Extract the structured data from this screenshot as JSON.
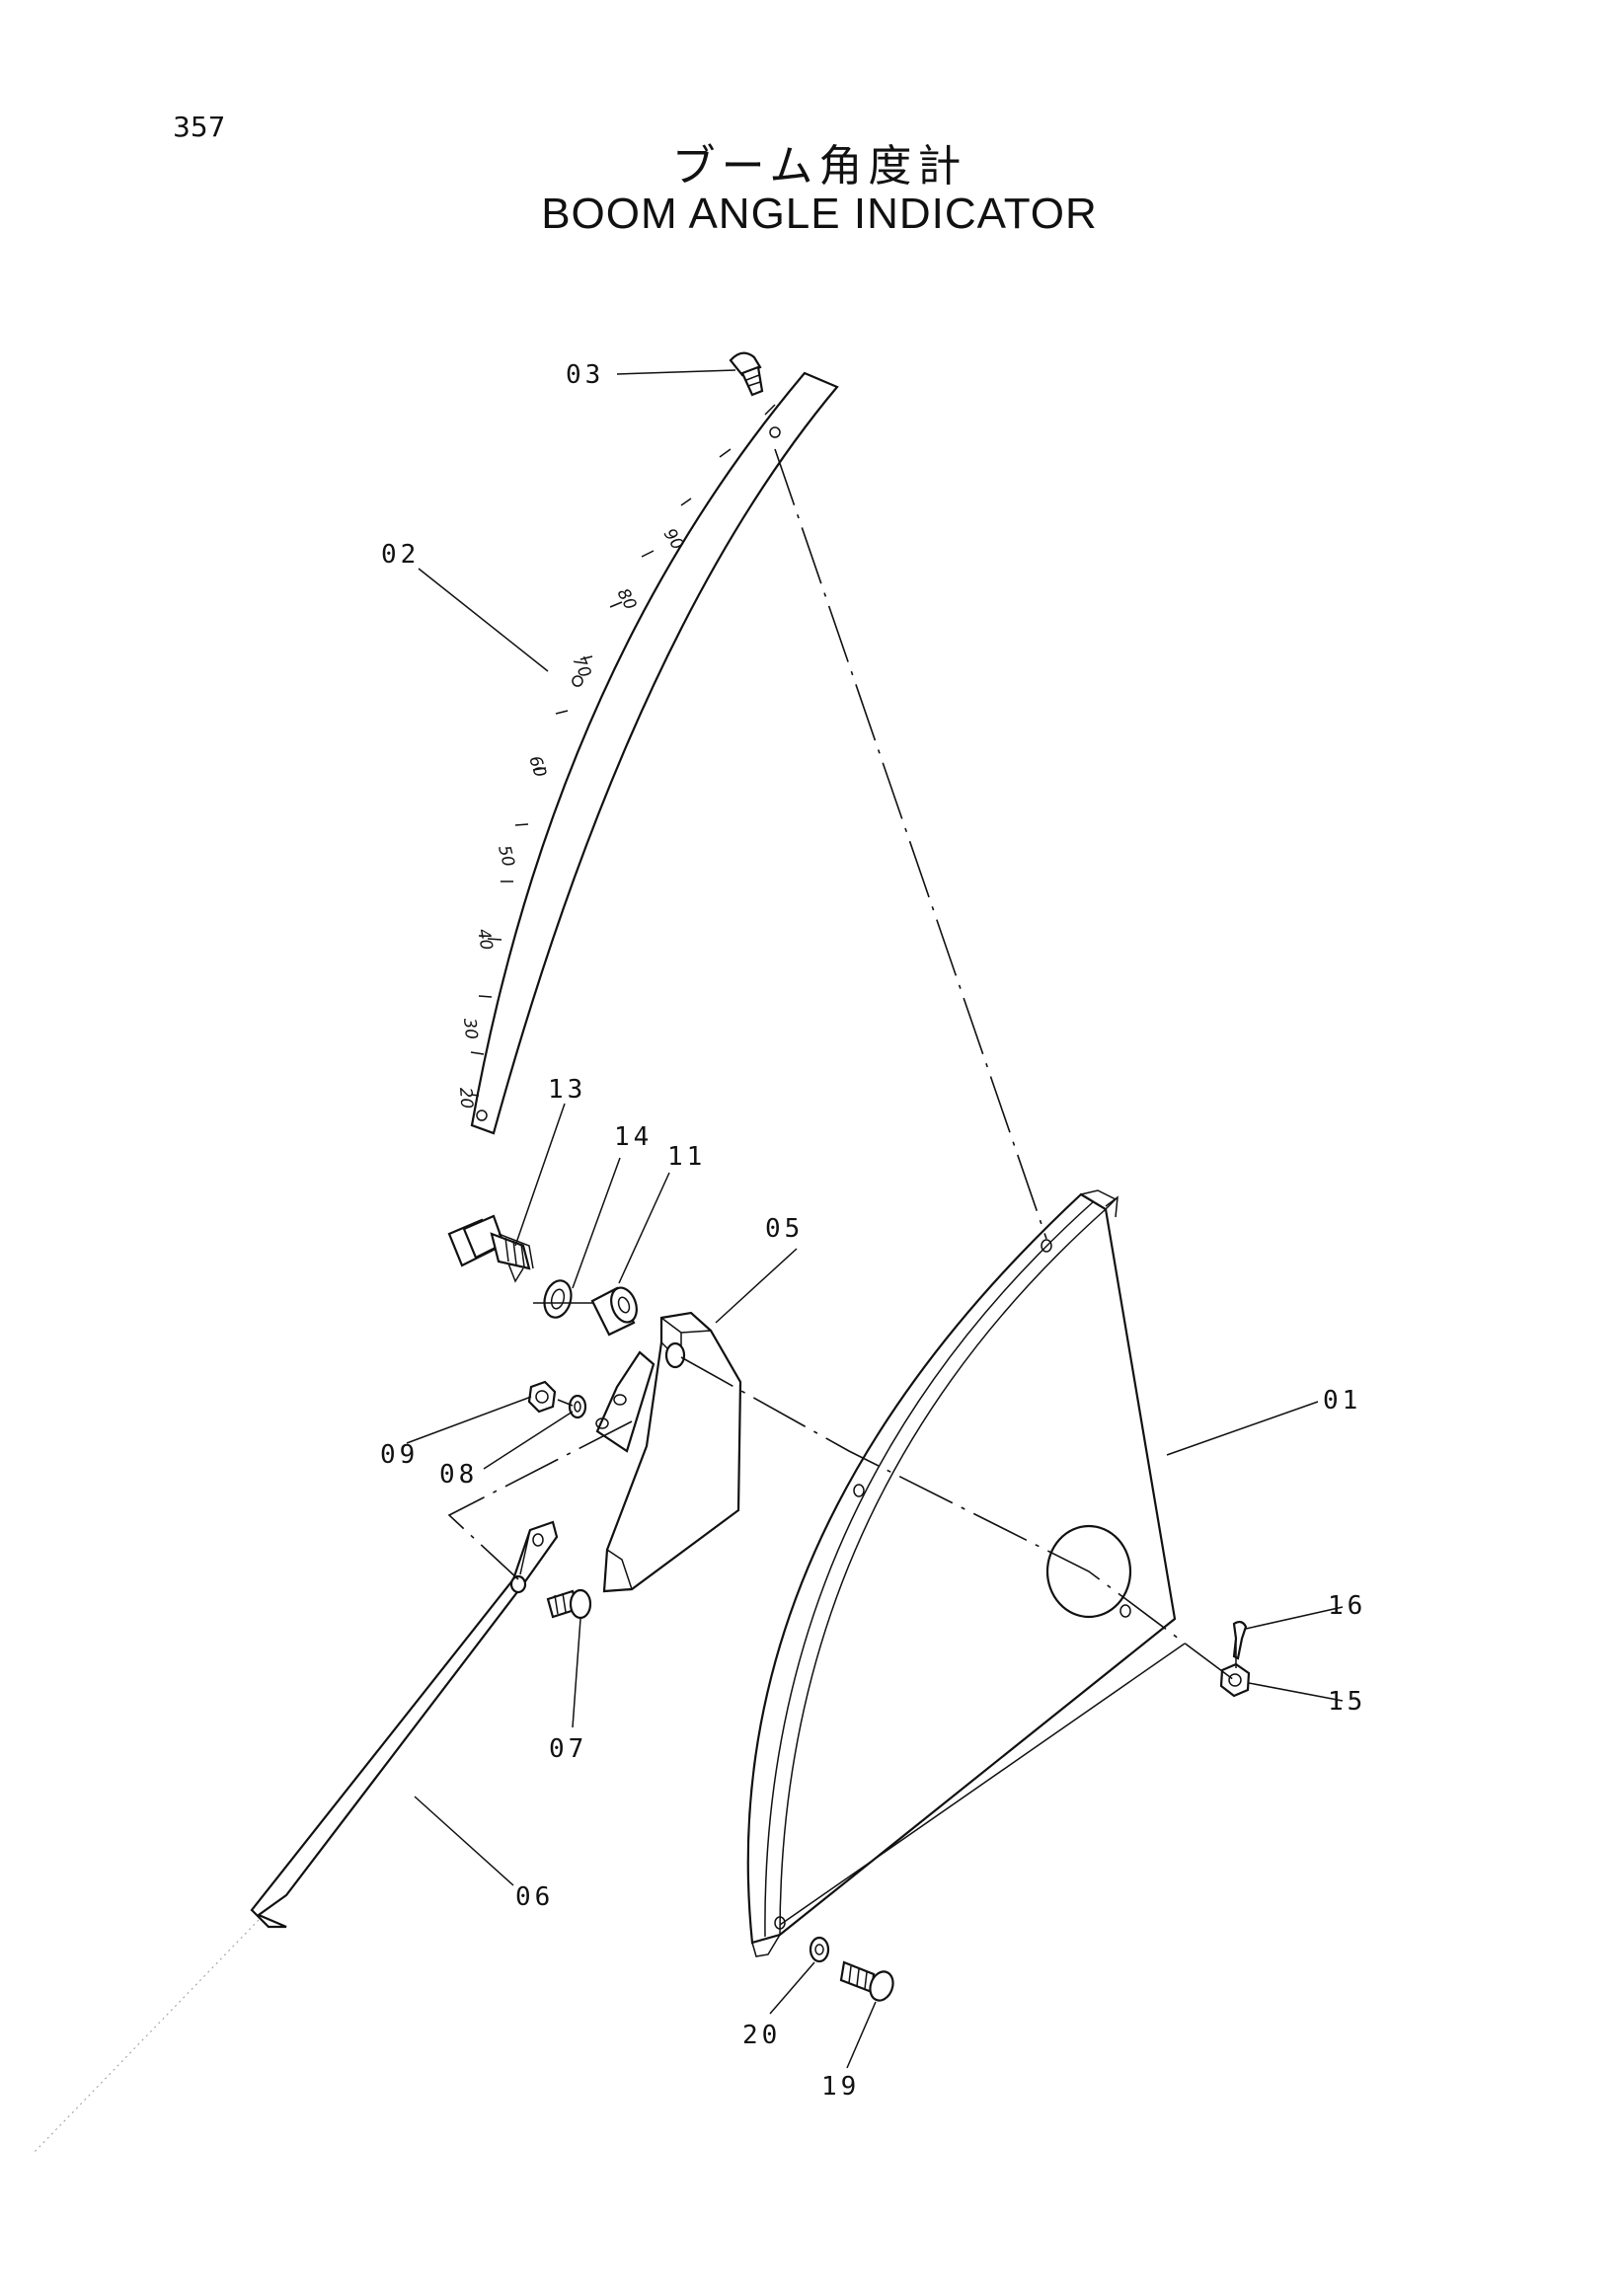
{
  "page_number": "357",
  "title_jp": "ブーム角度計",
  "title_en": "BOOM ANGLE INDICATOR",
  "callouts": {
    "p01": "01",
    "p02": "02",
    "p03": "03",
    "p05": "05",
    "p06": "06",
    "p07": "07",
    "p08": "08",
    "p09": "09",
    "p11": "11",
    "p13": "13",
    "p14": "14",
    "p15": "15",
    "p16": "16",
    "p19": "19",
    "p20": "20"
  },
  "scale_numbers": [
    "90",
    "80",
    "70",
    "60",
    "50",
    "40",
    "30",
    "20"
  ]
}
